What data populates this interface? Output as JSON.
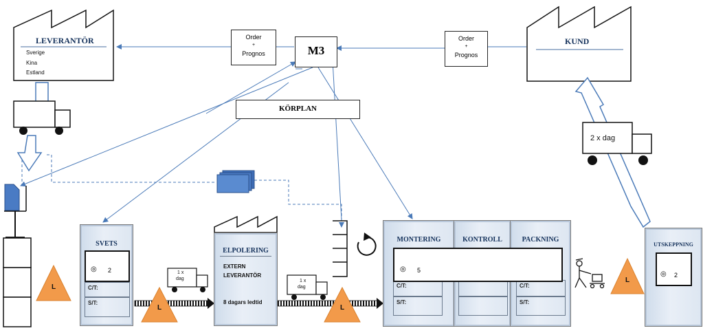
{
  "supplier": {
    "title": "LEVERANTÖR",
    "locations": [
      "Sverige",
      "Kina",
      "Estland"
    ]
  },
  "customer": {
    "title": "KUND"
  },
  "order_left": {
    "line1": "Order",
    "line2": "+",
    "line3": "Prognos"
  },
  "order_right": {
    "line1": "Order",
    "line2": "+",
    "line3": "Prognos"
  },
  "m3": "M3",
  "korplan": "KÖRPLAN",
  "svets": {
    "title": "SVETS",
    "inventory": "2",
    "ct": "C/T:",
    "st": "S/T:"
  },
  "elpolering": {
    "title": "ELPOLERING",
    "line1": "EXTERN",
    "line2": "LEVERANTÖR",
    "leadtime": "8 dagars ledtid"
  },
  "montering": {
    "title": "MONTERING",
    "inventory": "5",
    "ct": "C/T:",
    "st": "S/T:"
  },
  "kontroll": {
    "title": "KONTROLL"
  },
  "packning": {
    "title": "PACKNING",
    "ct": "C/T:",
    "st": "S/T:"
  },
  "utskeppning": {
    "title": "UTSKEPPNING",
    "inventory": "2"
  },
  "truck_small_1": {
    "line1": "1 x",
    "line2": "dag"
  },
  "truck_small_2": {
    "line1": "1 x",
    "line2": "dag"
  },
  "truck_customer": "2 x dag",
  "inventory_triangle": "L",
  "colors": {
    "arrow": "#4a7ab8",
    "triangle": "#f29a4a",
    "process_title": "#13305a",
    "kanban": "#4a7bc4"
  }
}
